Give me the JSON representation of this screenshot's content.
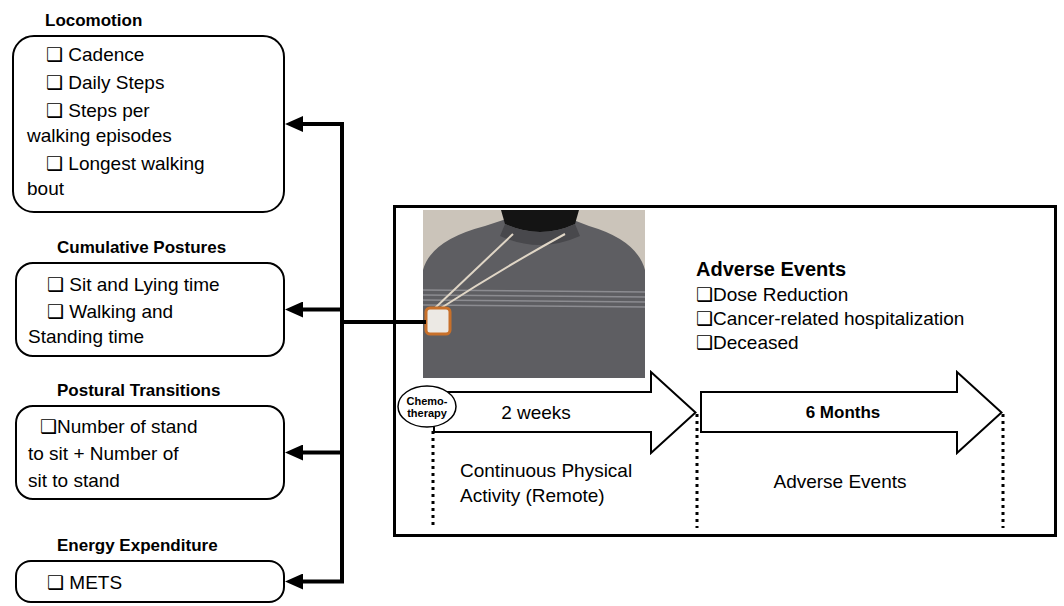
{
  "diagram": {
    "nodes": [
      {
        "text": [
          "Locomotion",
          "❑ Cadence",
          "❑ Daily Steps",
          "❑ Steps per walking episodes",
          "❑ Longest walking bout"
        ]
      },
      {
        "text": [
          "Cumulative Postures",
          "❑ Sit and Lying time",
          "❑ Walking and Standing time"
        ]
      },
      {
        "text": [
          "Postural Transitions",
          "❑Number of stand to sit + Number of sit to stand"
        ]
      },
      {
        "text": [
          "Energy Expenditure",
          "❑ METS"
        ]
      },
      {
        "text": [
          "Adverse Events",
          "❑Dose Reduction",
          "❑Cancer-related hospitalization",
          "❑Deceased",
          "Continuous Physical Activity (Remote)",
          "Adverse Events"
        ]
      },
      {
        "text": [
          "Chemo- therapy"
        ],
        "in": 4
      },
      {
        "text": [
          "2 weeks"
        ],
        "in": 4
      },
      {
        "text": [
          "6 Months"
        ],
        "in": 4
      }
    ],
    "edges": [
      {
        "from": 4,
        "to": 0,
        "arrow": "to"
      },
      {
        "from": 4,
        "to": 1,
        "arrow": "to"
      },
      {
        "from": 4,
        "to": 2,
        "arrow": "to"
      },
      {
        "from": 4,
        "to": 3,
        "arrow": "to"
      }
    ]
  }
}
